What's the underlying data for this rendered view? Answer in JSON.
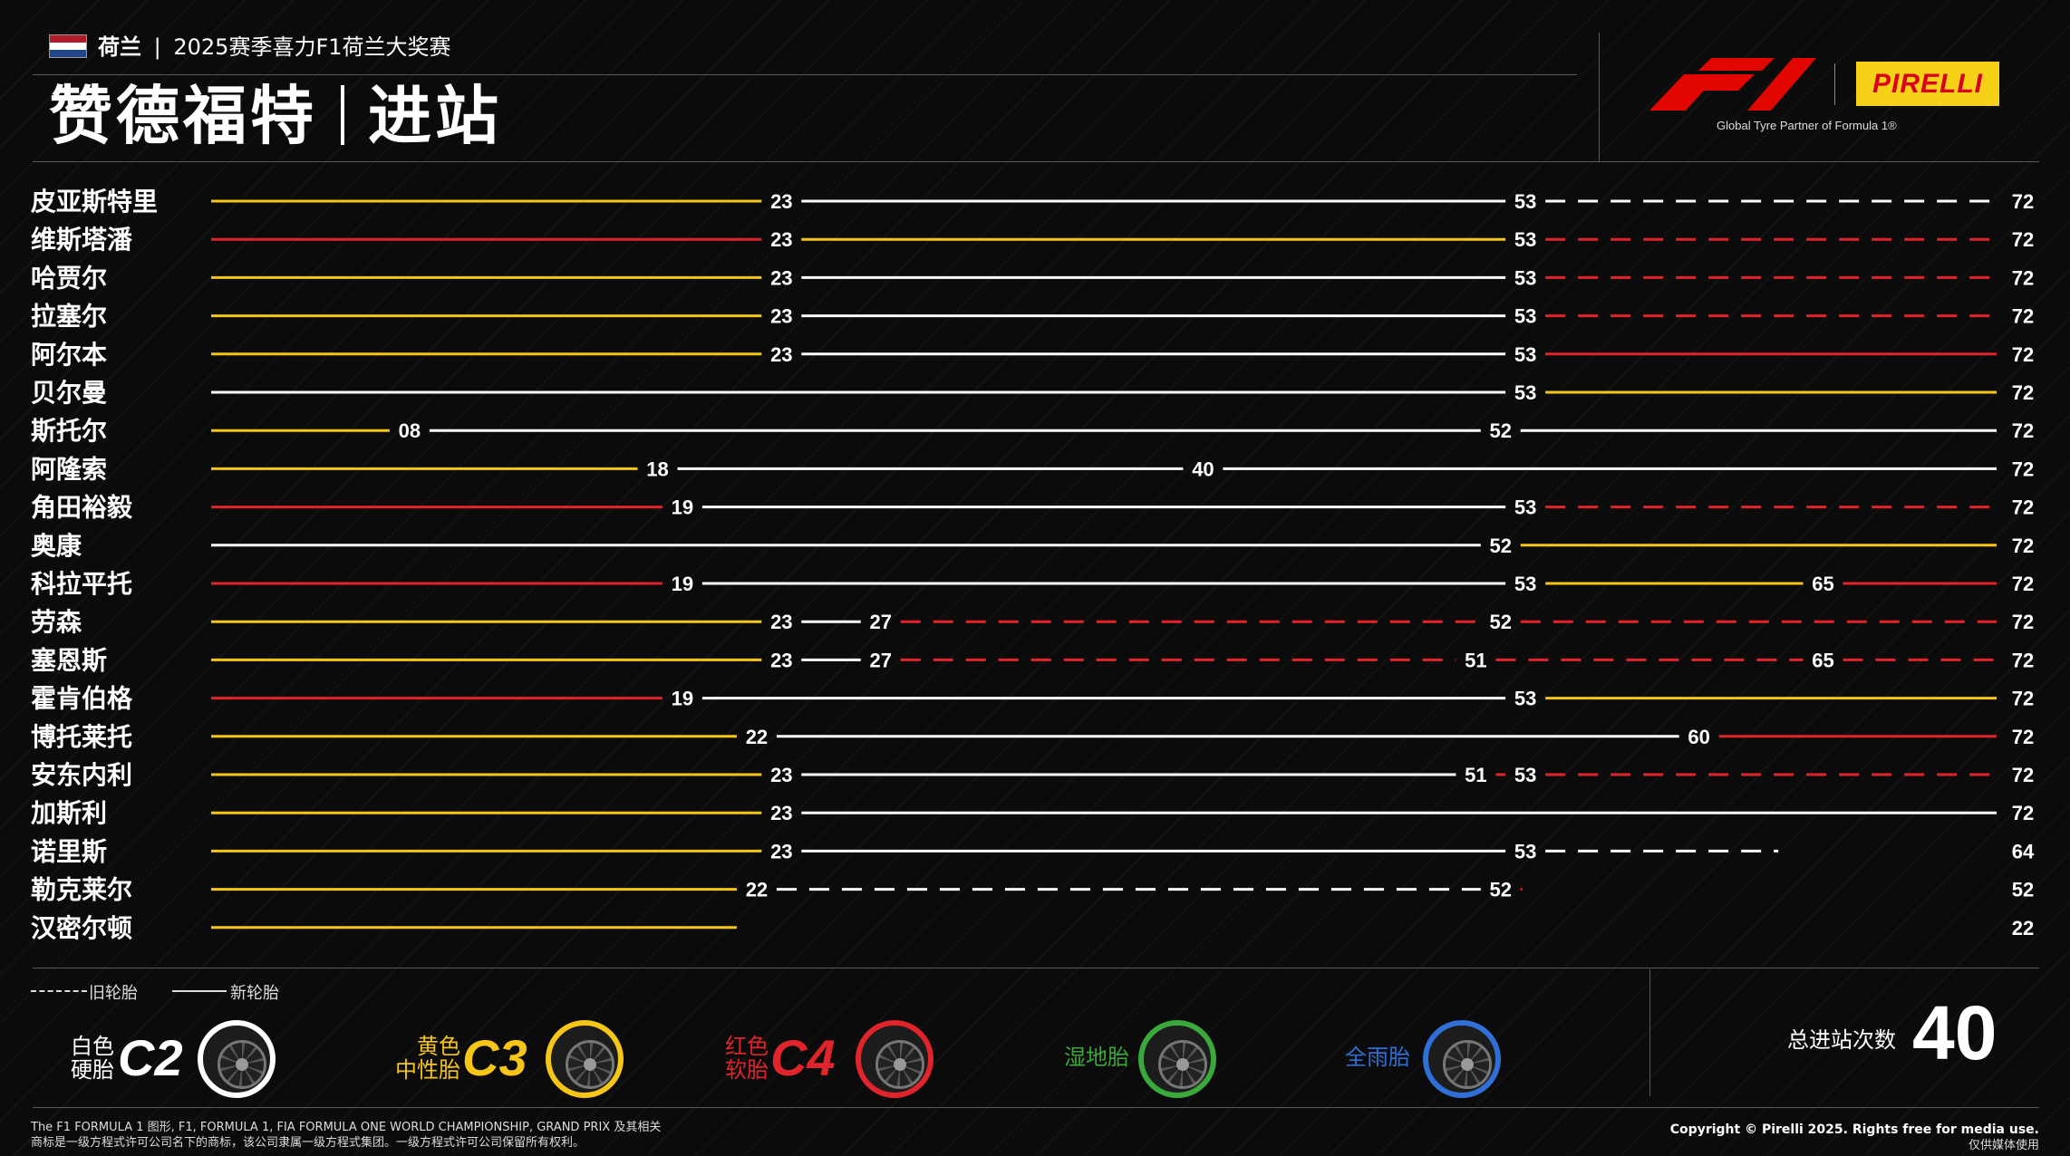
{
  "header": {
    "country": "荷兰",
    "separator": "|",
    "race": "2025赛季喜力F1荷兰大奖赛",
    "driver": "赞德福特",
    "title": "进站",
    "pirelli_logo_text": "PIRELLI",
    "tagline": "Global Tyre Partner of Formula 1®"
  },
  "flag_colors": [
    "#ae1c28",
    "#ffffff",
    "#21468b"
  ],
  "compound_colors": {
    "hard": "#ffffff",
    "medium": "#f5c518",
    "soft": "#e0242b"
  },
  "chart_data": {
    "type": "tyre_strategy",
    "total_laps": 72,
    "drivers": [
      {
        "name": "皮亚斯特里",
        "stints": [
          {
            "compound": "medium",
            "used": false,
            "end": 23
          },
          {
            "compound": "hard",
            "used": false,
            "end": 53
          },
          {
            "compound": "hard",
            "used": true,
            "end": 72
          }
        ]
      },
      {
        "name": "维斯塔潘",
        "stints": [
          {
            "compound": "soft",
            "used": false,
            "end": 23
          },
          {
            "compound": "medium",
            "used": false,
            "end": 53
          },
          {
            "compound": "soft",
            "used": true,
            "end": 72
          }
        ]
      },
      {
        "name": "哈贾尔",
        "stints": [
          {
            "compound": "medium",
            "used": false,
            "end": 23
          },
          {
            "compound": "hard",
            "used": false,
            "end": 53
          },
          {
            "compound": "soft",
            "used": true,
            "end": 72
          }
        ]
      },
      {
        "name": "拉塞尔",
        "stints": [
          {
            "compound": "medium",
            "used": false,
            "end": 23
          },
          {
            "compound": "hard",
            "used": false,
            "end": 53
          },
          {
            "compound": "soft",
            "used": true,
            "end": 72
          }
        ]
      },
      {
        "name": "阿尔本",
        "stints": [
          {
            "compound": "medium",
            "used": false,
            "end": 23
          },
          {
            "compound": "hard",
            "used": false,
            "end": 53
          },
          {
            "compound": "soft",
            "used": false,
            "end": 72
          }
        ]
      },
      {
        "name": "贝尔曼",
        "stints": [
          {
            "compound": "hard",
            "used": false,
            "end": 53
          },
          {
            "compound": "medium",
            "used": false,
            "end": 72
          }
        ]
      },
      {
        "name": "斯托尔",
        "stints": [
          {
            "compound": "medium",
            "used": false,
            "end": 8,
            "label": "08"
          },
          {
            "compound": "hard",
            "used": false,
            "end": 52
          },
          {
            "compound": "hard",
            "used": false,
            "end": 72
          }
        ]
      },
      {
        "name": "阿隆索",
        "stints": [
          {
            "compound": "medium",
            "used": false,
            "end": 18
          },
          {
            "compound": "hard",
            "used": false,
            "end": 40
          },
          {
            "compound": "hard",
            "used": false,
            "end": 72
          }
        ]
      },
      {
        "name": "角田裕毅",
        "stints": [
          {
            "compound": "soft",
            "used": false,
            "end": 19
          },
          {
            "compound": "hard",
            "used": false,
            "end": 53
          },
          {
            "compound": "soft",
            "used": true,
            "end": 72
          }
        ]
      },
      {
        "name": "奥康",
        "stints": [
          {
            "compound": "hard",
            "used": false,
            "end": 52
          },
          {
            "compound": "medium",
            "used": false,
            "end": 72
          }
        ]
      },
      {
        "name": "科拉平托",
        "stints": [
          {
            "compound": "soft",
            "used": false,
            "end": 19
          },
          {
            "compound": "hard",
            "used": false,
            "end": 53
          },
          {
            "compound": "medium",
            "used": false,
            "end": 65
          },
          {
            "compound": "soft",
            "used": false,
            "end": 72
          }
        ]
      },
      {
        "name": "劳森",
        "stints": [
          {
            "compound": "medium",
            "used": false,
            "end": 23
          },
          {
            "compound": "hard",
            "used": false,
            "end": 27
          },
          {
            "compound": "soft",
            "used": true,
            "end": 52
          },
          {
            "compound": "soft",
            "used": true,
            "end": 72
          }
        ]
      },
      {
        "name": "塞恩斯",
        "stints": [
          {
            "compound": "medium",
            "used": false,
            "end": 23
          },
          {
            "compound": "hard",
            "used": false,
            "end": 27
          },
          {
            "compound": "soft",
            "used": true,
            "end": 51
          },
          {
            "compound": "soft",
            "used": true,
            "end": 65
          },
          {
            "compound": "soft",
            "used": true,
            "end": 72
          }
        ]
      },
      {
        "name": "霍肯伯格",
        "stints": [
          {
            "compound": "soft",
            "used": false,
            "end": 19
          },
          {
            "compound": "hard",
            "used": false,
            "end": 53
          },
          {
            "compound": "medium",
            "used": false,
            "end": 72
          }
        ]
      },
      {
        "name": "博托莱托",
        "stints": [
          {
            "compound": "medium",
            "used": false,
            "end": 22
          },
          {
            "compound": "hard",
            "used": false,
            "end": 60
          },
          {
            "compound": "soft",
            "used": false,
            "end": 72
          }
        ]
      },
      {
        "name": "安东内利",
        "stints": [
          {
            "compound": "medium",
            "used": false,
            "end": 23
          },
          {
            "compound": "hard",
            "used": false,
            "end": 51
          },
          {
            "compound": "soft",
            "used": true,
            "end": 53
          },
          {
            "compound": "soft",
            "used": true,
            "end": 72
          }
        ]
      },
      {
        "name": "加斯利",
        "stints": [
          {
            "compound": "medium",
            "used": false,
            "end": 23
          },
          {
            "compound": "hard",
            "used": false,
            "end": 72
          }
        ]
      },
      {
        "name": "诺里斯",
        "stints": [
          {
            "compound": "medium",
            "used": false,
            "end": 23
          },
          {
            "compound": "hard",
            "used": false,
            "end": 53
          },
          {
            "compound": "hard",
            "used": true,
            "end": 64
          }
        ]
      },
      {
        "name": "勒克莱尔",
        "stints": [
          {
            "compound": "medium",
            "used": false,
            "end": 22
          },
          {
            "compound": "hard",
            "used": true,
            "end": 52
          },
          {
            "compound": "soft",
            "used": true,
            "end": 52
          }
        ]
      },
      {
        "name": "汉密尔顿",
        "stints": [
          {
            "compound": "medium",
            "used": false,
            "end": 22
          }
        ]
      }
    ]
  },
  "legend": {
    "used": "旧轮胎",
    "new": "新轮胎"
  },
  "compounds": [
    {
      "label_line1": "白色",
      "label_line2": "硬胎",
      "code": "C2",
      "color": "#ffffff"
    },
    {
      "label_line1": "黄色",
      "label_line2": "中性胎",
      "code": "C3",
      "color": "#f5c518"
    },
    {
      "label_line1": "红色",
      "label_line2": "软胎",
      "code": "C4",
      "color": "#e0242b"
    },
    {
      "label": "湿地胎",
      "color": "#3aa83a"
    },
    {
      "label": "全雨胎",
      "color": "#2f6fd6"
    }
  ],
  "total": {
    "label": "总进站次数",
    "value": "40"
  },
  "footer": {
    "line1": "The F1 FORMULA 1 图形, F1, FORMULA 1, FIA FORMULA ONE WORLD CHAMPIONSHIP, GRAND PRIX 及其相关",
    "line2": "商标是一级方程式许可公司名下的商标，该公司隶属一级方程式集团。一级方程式许可公司保留所有权利。",
    "copyright": "Copyright © Pirelli 2025. Rights free for media use.",
    "media": "仅供媒体使用"
  }
}
